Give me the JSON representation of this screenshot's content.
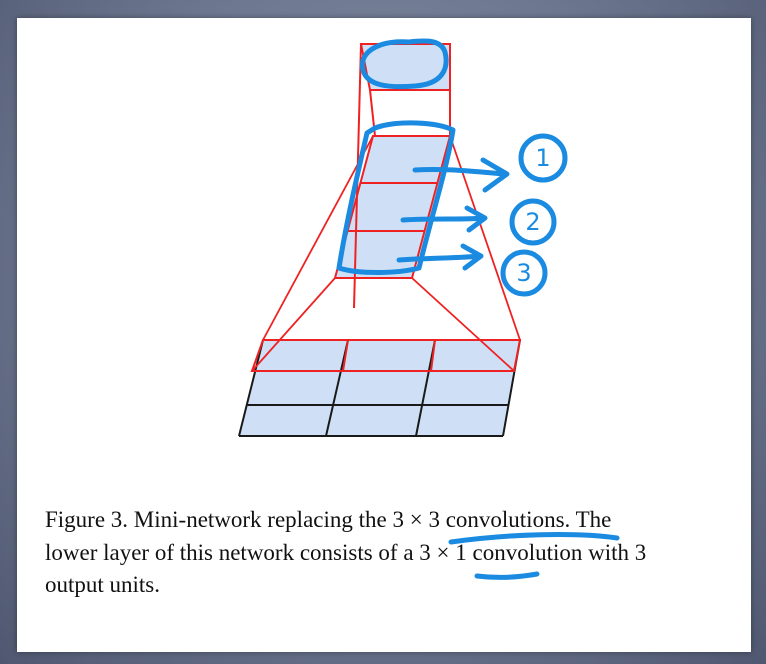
{
  "figure": {
    "caption_lines": [
      "Figure 3. Mini-network replacing the 3 × 3 convolutions.  The",
      "lower layer of this network consists of a 3 × 1 convolution with 3",
      "output units."
    ],
    "annotation_numbers": [
      "1",
      "2",
      "3"
    ]
  },
  "colors": {
    "cell_fill": "#cfe0f6",
    "red_edges": "#ee2222",
    "black_grid": "#1a1a1a",
    "ink_blue": "#1a8be0"
  }
}
